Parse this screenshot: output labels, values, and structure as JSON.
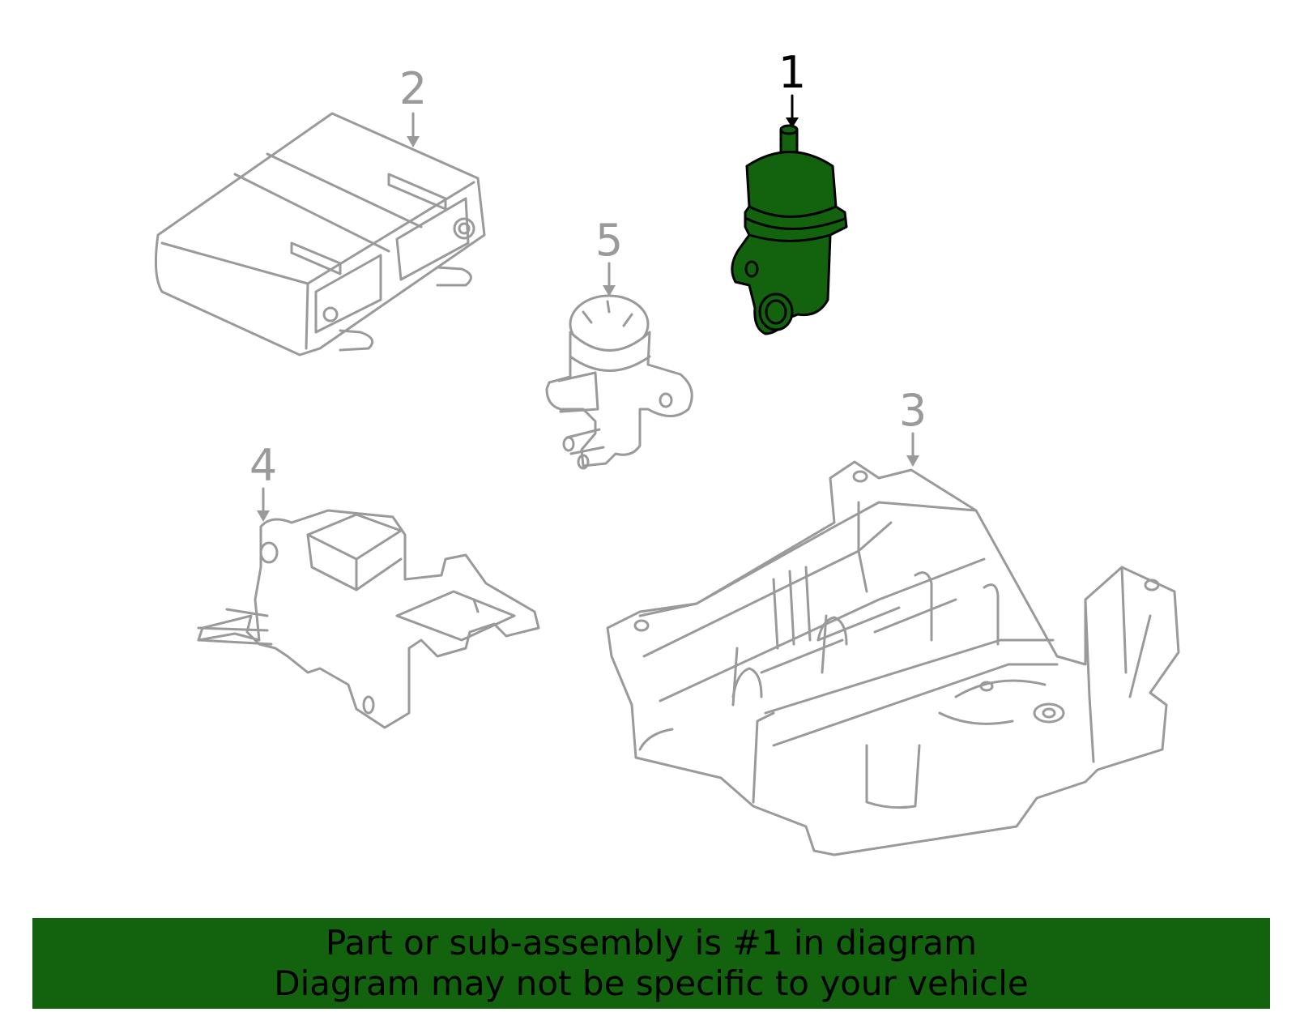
{
  "colors": {
    "highlight": "#12620e",
    "banner_bg": "#12620e",
    "inactive_part": "#9a9a9a",
    "active_text": "#000000"
  },
  "callouts": {
    "part1": "1",
    "part2": "2",
    "part3": "3",
    "part4": "4",
    "part5": "5"
  },
  "highlighted_part": "1",
  "banner": {
    "line1": "Part or sub-assembly is #1 in diagram",
    "line2": "Diagram may not be specific to your vehicle"
  }
}
